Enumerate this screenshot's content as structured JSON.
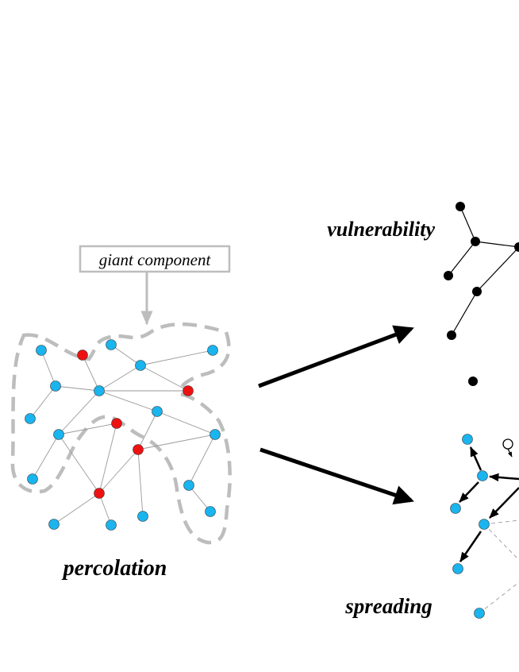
{
  "labels": {
    "giant_component": "giant component",
    "percolation": "percolation",
    "vulnerability": "vulnerability",
    "spreading": "spreading",
    "q_symbol": "Q"
  },
  "colors": {
    "blue_node": "#1ab4ee",
    "red_node": "#ee1111",
    "black_node": "#000000",
    "dashed_outline": "#bdbdbd",
    "edge_gray": "#9a9a9a"
  }
}
